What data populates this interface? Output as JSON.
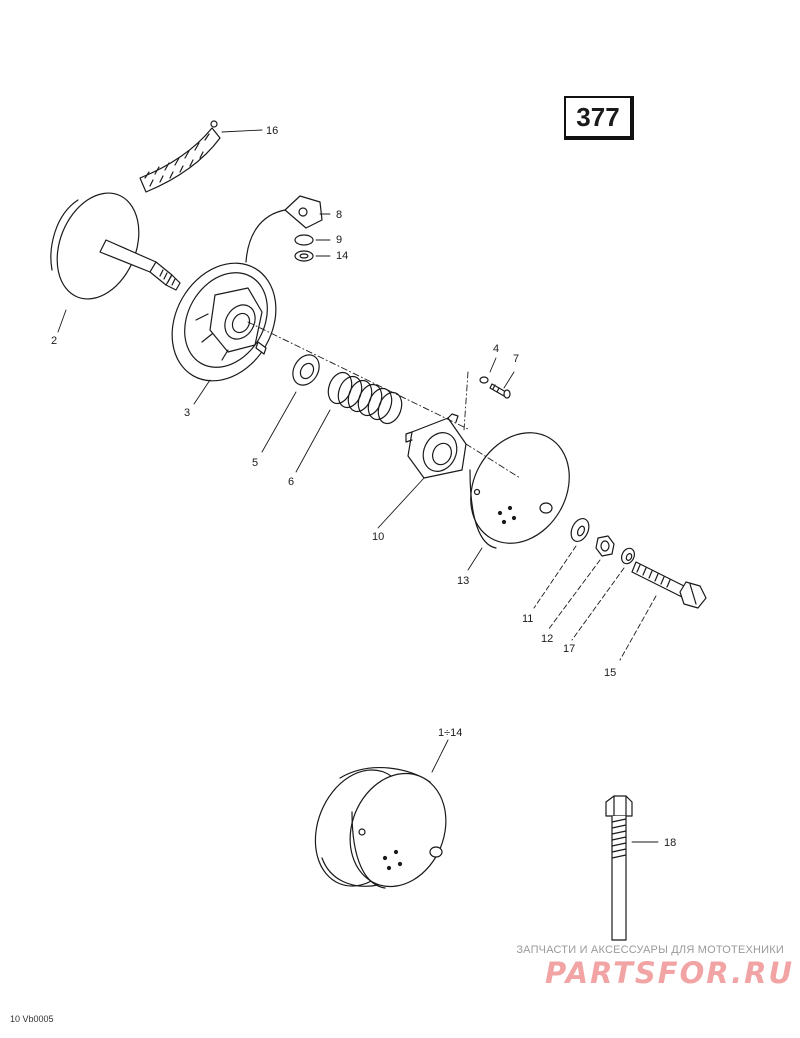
{
  "page_number": "377",
  "figure_code": "10 Vb0005",
  "callouts": {
    "p16": "16",
    "p8": "8",
    "p9": "9",
    "p14": "14",
    "p2": "2",
    "p3": "3",
    "p4": "4",
    "p7": "7",
    "p5": "5",
    "p6": "6",
    "p10": "10",
    "p13": "13",
    "p11": "11",
    "p12": "12",
    "p17": "17",
    "p15": "15",
    "p1to14": "1÷14",
    "p18": "18"
  },
  "watermark": {
    "tagline": "ЗАПЧАСТИ И АКСЕССУАРЫ ДЛЯ МОТОТЕХНИКИ",
    "brand": "PARTSFOR.RU"
  }
}
